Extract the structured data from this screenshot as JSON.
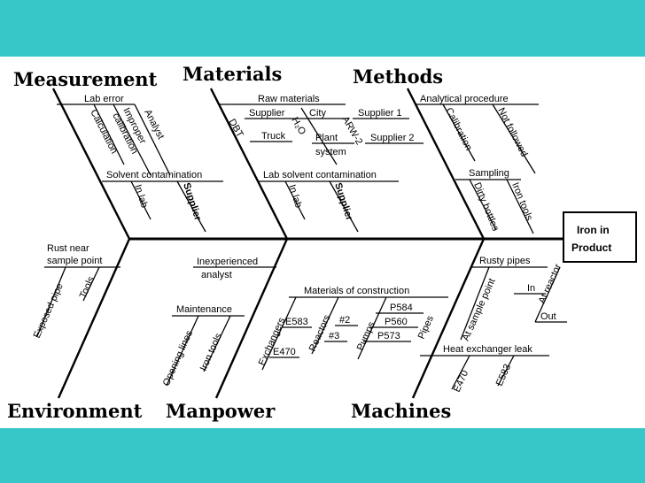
{
  "categories": {
    "measurement": "Measurement",
    "materials": "Materials",
    "methods": "Methods",
    "environment": "Environment",
    "manpower": "Manpower",
    "machines": "Machines"
  },
  "effect": {
    "line1": "Iron in",
    "line2": "Product"
  },
  "measurement": {
    "lab_error": "Lab error",
    "analyst": "Analyst",
    "improper_calibration_1": "Improper",
    "improper_calibration_2": "calibration",
    "calculation": "Calculation",
    "solvent_contamination": "Solvent contamination",
    "in_lab": "In lab",
    "supplier": "Supplier"
  },
  "materials": {
    "raw_materials": "Raw materials",
    "supplier": "Supplier",
    "city": "City",
    "supplier_1": "Supplier 1",
    "dbt": "DBT",
    "truck": "Truck",
    "h2o": "H₂O",
    "plant_system_1": "Plant",
    "plant_system_2": "system",
    "arw2": "ARW-2",
    "supplier_2": "Supplier 2",
    "lab_solvent_contamination": "Lab solvent contamination",
    "in_lab": "In lab",
    "supplier_b": "Supplier"
  },
  "methods": {
    "analytical_procedure": "Analytical procedure",
    "calibration": "Calibration",
    "not_followed": "Not followed",
    "sampling": "Sampling",
    "dirty_bottles": "Dirty bottles",
    "iron_tools": "Iron tools"
  },
  "environment": {
    "rust_near_1": "Rust near",
    "rust_near_2": "sample point",
    "exposed_pipe": "Exposed pipe",
    "tools": "Tools"
  },
  "manpower": {
    "inexperienced_1": "Inexperienced",
    "inexperienced_2": "analyst",
    "maintenance": "Maintenance",
    "opening_lines": "Opening lines",
    "iron_tools": "Iron tools"
  },
  "machines": {
    "materials_of_construction": "Materials of construction",
    "exchangers": "Exchangers",
    "e583": "E583",
    "e470": "E470",
    "reactors": "Reactors",
    "n2": "#2",
    "n3": "#3",
    "pumps": "Pumps",
    "p584": "P584",
    "p560": "P560",
    "p573": "P573",
    "pipes": "Pipes",
    "rusty_pipes": "Rusty pipes",
    "at_sample_point": "At sample point",
    "in": "In",
    "out": "Out",
    "at_reactor": "At reactor",
    "heat_exchanger_leak": "Heat exchanger leak",
    "e470_b": "E470",
    "e583_b": "E583"
  }
}
